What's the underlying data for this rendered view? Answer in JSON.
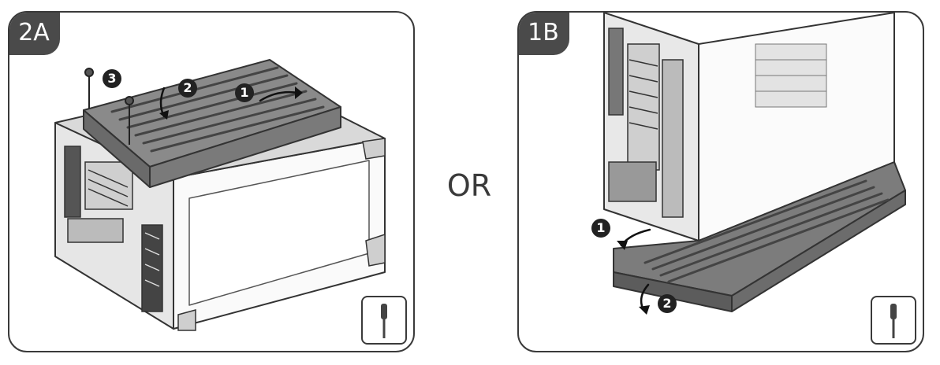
{
  "or_label": "OR",
  "panels": [
    {
      "step_label": "2A",
      "callouts": [
        "1",
        "2",
        "3"
      ],
      "tool_icon": "screwdriver-icon"
    },
    {
      "step_label": "1B",
      "callouts": [
        "1",
        "2"
      ],
      "tool_icon": "screwdriver-icon"
    }
  ]
}
